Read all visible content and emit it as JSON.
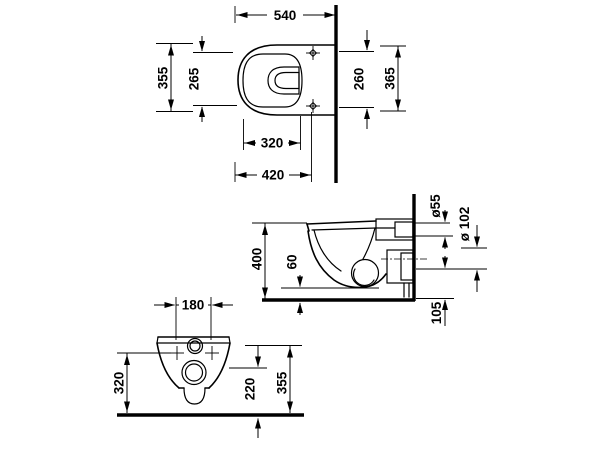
{
  "drawing": {
    "type": "technical-dimension-drawing",
    "subject": "wall-hung toilet, three orthographic views",
    "line_color": "#000000",
    "background": "#ffffff"
  },
  "top_view": {
    "overall_depth": "540",
    "overall_width": "355",
    "inner_width": "265",
    "rear_width": "260",
    "rear_overall_width": "365",
    "inner_length": "320",
    "front_to_holes": "420"
  },
  "side_view": {
    "mount_height": "400",
    "bowl_bottom_height": "60",
    "flush_pipe_dia": "ø55",
    "outlet_dia": "ø 102",
    "outlet_drop": "105"
  },
  "front_view": {
    "hole_spacing": "180",
    "side_height": "320",
    "outlet_height": "220",
    "overall_height": "355"
  }
}
